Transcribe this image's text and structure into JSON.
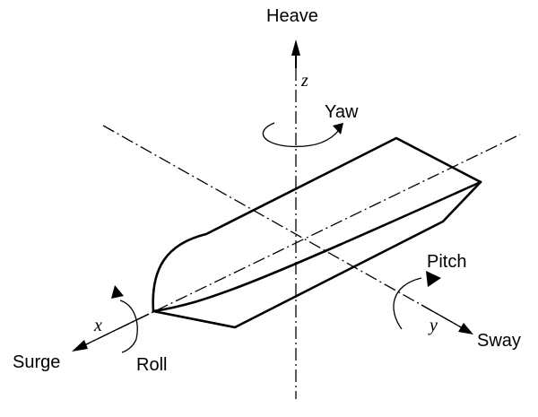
{
  "labels": {
    "heave": "Heave",
    "yaw": "Yaw",
    "pitch": "Pitch",
    "sway": "Sway",
    "surge": "Surge",
    "roll": "Roll"
  },
  "axis_variables": {
    "x": "x",
    "y": "y",
    "z": "z"
  }
}
